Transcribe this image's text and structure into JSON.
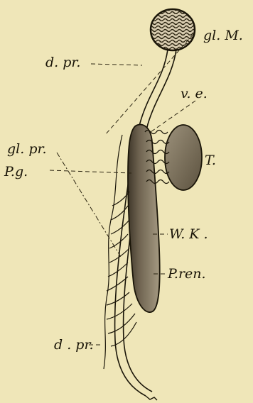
{
  "labels": {
    "gl_m": "gl. M.",
    "d_pr_top": "d. pr.",
    "v_e": "v. e.",
    "gl_pr": "gl. pr.",
    "t": "T.",
    "p_g": "P.g.",
    "w_k": "W. K .",
    "p_ren": "P.ren.",
    "d_pr_bottom": "d . pr."
  },
  "colors": {
    "background": "#efe6b8",
    "ink": "#1a1508",
    "organ_fill": "#b9ab8f"
  }
}
